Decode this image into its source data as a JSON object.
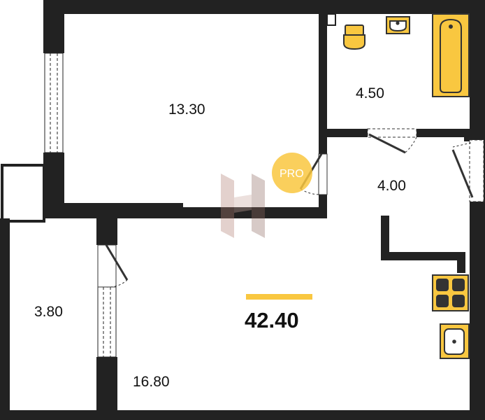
{
  "plan": {
    "rooms": [
      {
        "id": "bedroom",
        "area": "13.30"
      },
      {
        "id": "bathroom",
        "area": "4.50"
      },
      {
        "id": "hallway",
        "area": "4.00"
      },
      {
        "id": "balcony",
        "area": "3.80"
      },
      {
        "id": "living-kitchen",
        "area": "16.80"
      }
    ],
    "total_area": "42.40"
  },
  "watermark": {
    "badge": "PRO",
    "letter": "H"
  },
  "colors": {
    "wall": "#222222",
    "accent": "#F9C740",
    "fixture_fill": "#F9C740",
    "badge": "#F9C740",
    "door_line": "#444444"
  }
}
